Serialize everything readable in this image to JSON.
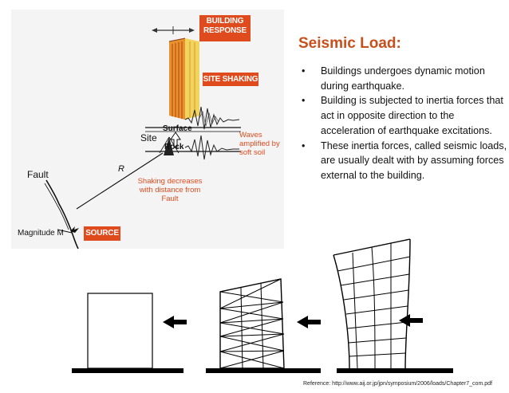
{
  "slide": {
    "title": "Seismic Load:",
    "bullets": [
      "Buildings undergoes dynamic motion during earthquake.",
      "Building is subjected to inertia forces that act in opposite direction to the acceleration of earthquake excitations.",
      "These inertia forces, called seismic loads, are usually dealt with by assuming forces external to the building."
    ],
    "bullet_glyph": "•",
    "reference": "Reference: http://www.aij.or.jp/jpn/symposium/2006/loads/Chapter7_com.pdf"
  },
  "diagram": {
    "building_response": [
      "BUILDING",
      "RESPONSE"
    ],
    "site_shaking": "SITE SHAKING",
    "site": "Site",
    "surface": "Surface",
    "rock": "Rock",
    "waves_note": [
      "Waves",
      "amplified by",
      "soft soil"
    ],
    "r_label": "R",
    "shaking_note": [
      "Shaking decreases",
      "with distance from",
      "Fault"
    ],
    "fault": "Fault",
    "magnitude": "Magnitude M",
    "source": "SOURCE"
  },
  "colors": {
    "accent_red": "#e04b1e",
    "title_orange": "#c8501c",
    "building_orange": "#e8912f",
    "building_yellow": "#f2d45c"
  }
}
